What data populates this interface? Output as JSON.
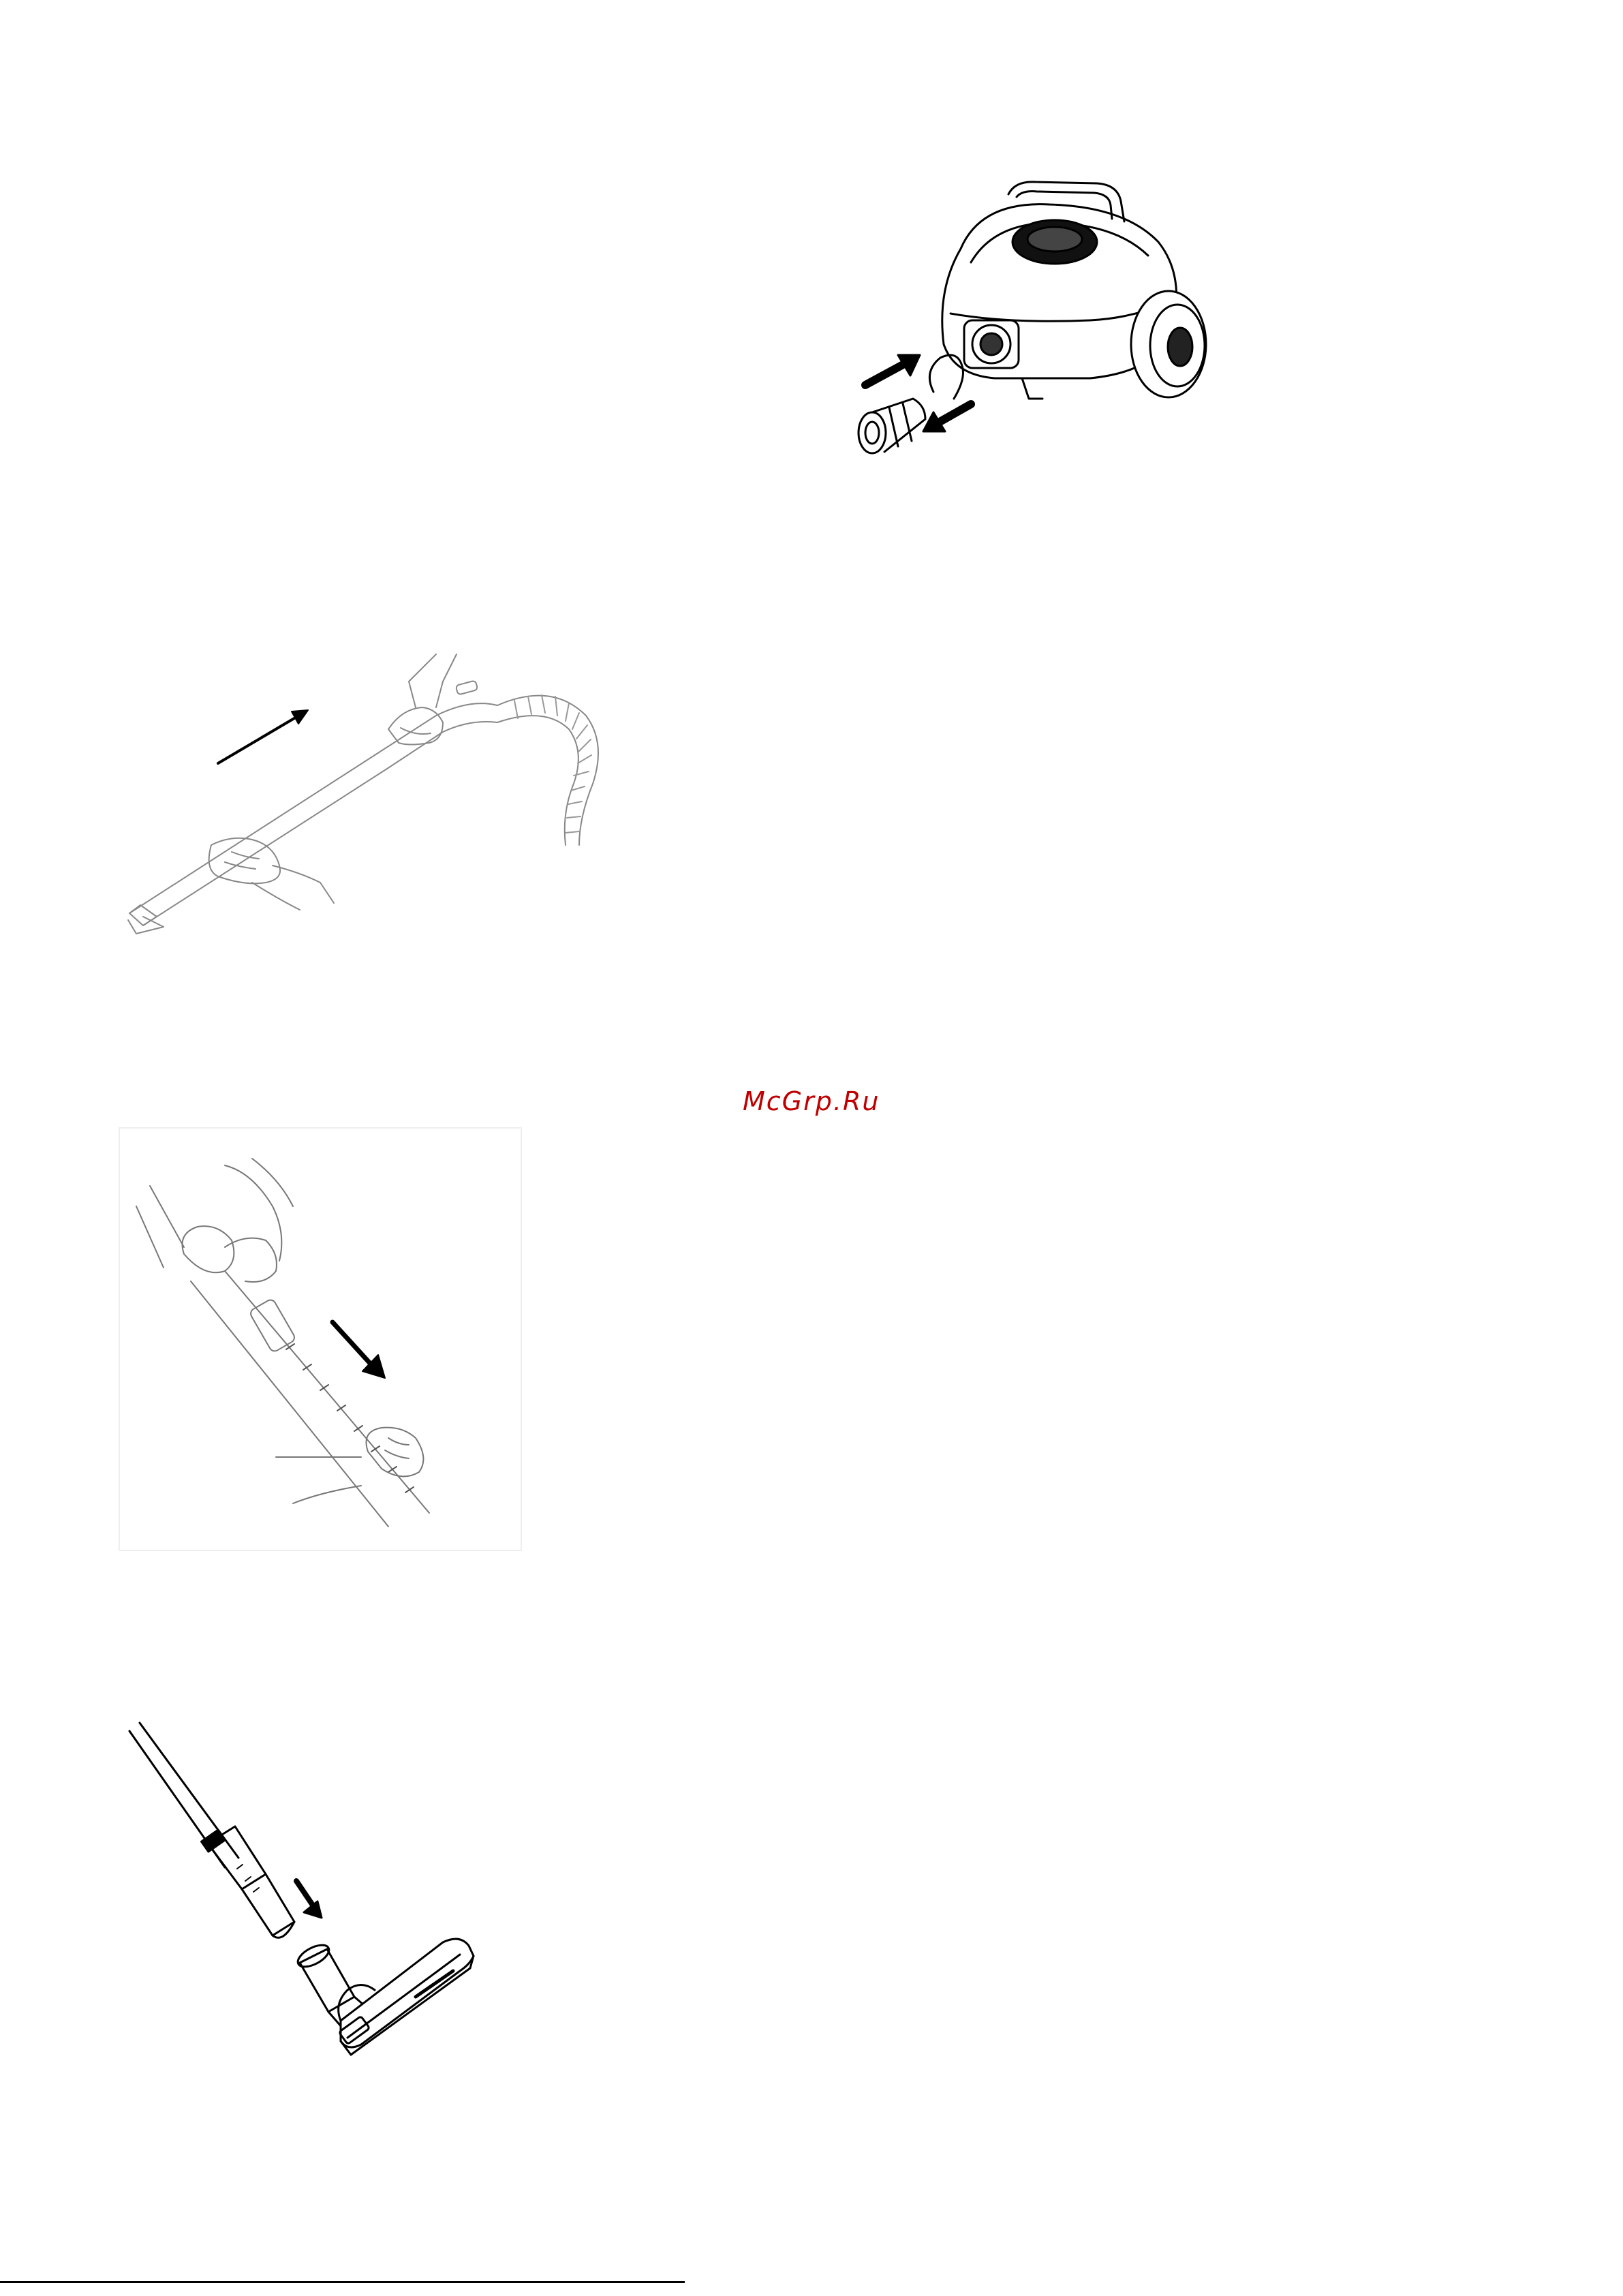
{
  "watermark": {
    "text": "McGrp.Ru",
    "color": "#c00000"
  },
  "figures": [
    {
      "id": "vacuum-hose-connection",
      "icon": "vacuum-cleaner-illustration"
    },
    {
      "id": "hose-handle-tube-attach",
      "icon": "hose-handle-illustration"
    },
    {
      "id": "telescopic-tube-adjust",
      "icon": "telescopic-tube-illustration"
    },
    {
      "id": "floor-brush-attach",
      "icon": "floor-brush-illustration"
    }
  ],
  "colors": {
    "line": "#000000",
    "background": "#ffffff"
  }
}
